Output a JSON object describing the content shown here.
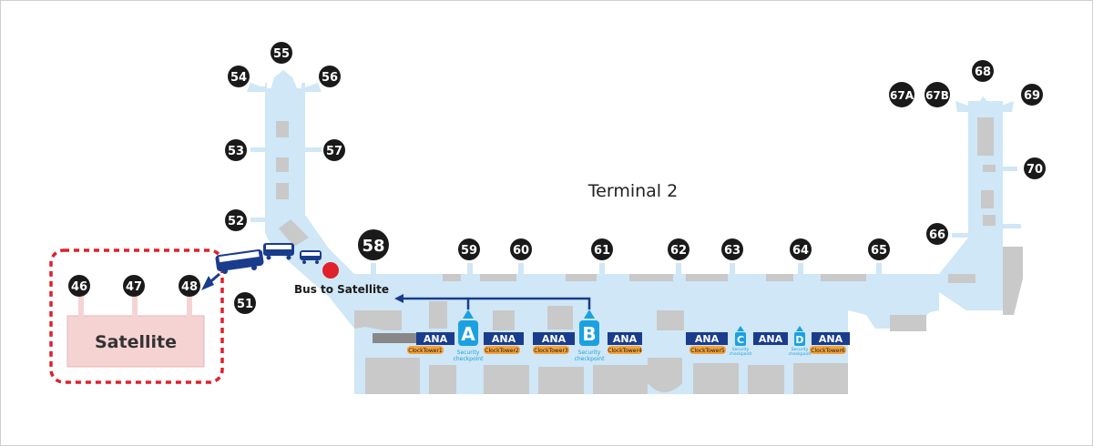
{
  "terminal_title": "Terminal 2",
  "satellite_label": "Satellite",
  "bus_label": "Bus to Satellite",
  "gates": [
    "46",
    "47",
    "48",
    "51",
    "52",
    "53",
    "54",
    "55",
    "56",
    "57",
    "58",
    "59",
    "60",
    "61",
    "62",
    "63",
    "64",
    "65",
    "66",
    "67A",
    "67B",
    "68",
    "69",
    "70"
  ],
  "counters": [
    "ANA",
    "ANA",
    "ANA",
    "ANA",
    "ANA",
    "ANA",
    "ANA"
  ],
  "clocktowers": [
    "ClockTower1",
    "ClockTower2",
    "ClockTower3",
    "ClockTower4",
    "ClockTower5",
    "ClockTower6"
  ],
  "security": [
    {
      "letter": "A",
      "caption_line1": "Security",
      "caption_line2": "checkpoint"
    },
    {
      "letter": "B",
      "caption_line1": "Security",
      "caption_line2": "checkpoint"
    },
    {
      "letter": "C",
      "caption_line1": "Security",
      "caption_line2": "checkpoint"
    },
    {
      "letter": "D",
      "caption_line1": "Security",
      "caption_line2": "checkpoint"
    }
  ],
  "colors": {
    "concourse": "#cfe7f6",
    "walls": "#c9c9c9",
    "gate_circle": "#1a1a1a",
    "counter_bar": "#1a3c8c",
    "clocktower": "#f3a23a",
    "security_blue": "#1ba1e0",
    "route_blue": "#1a3c8c",
    "satellite_fill": "#f6d3d3",
    "dashed_red": "#e0202a",
    "bus_stop_red": "#e0202a"
  },
  "icons": [
    "bus-icon",
    "bus-stop-marker-icon",
    "route-arrow-icon"
  ]
}
